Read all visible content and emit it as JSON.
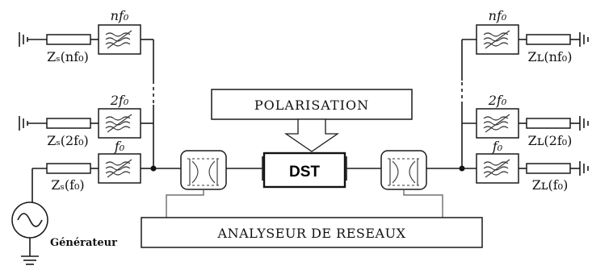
{
  "left_branches": [
    {
      "freq_label": "nf₀",
      "impedance_label": "Zₛ(nf₀)"
    },
    {
      "freq_label": "2f₀",
      "impedance_label": "Zₛ(2f₀)"
    },
    {
      "freq_label": "f₀",
      "impedance_label": "Zₛ(f₀)"
    }
  ],
  "right_branches": [
    {
      "freq_label": "nf₀",
      "impedance_label": "Zʟ(nf₀)"
    },
    {
      "freq_label": "2f₀",
      "impedance_label": "Zʟ(2f₀)"
    },
    {
      "freq_label": "f₀",
      "impedance_label": "Zʟ(f₀)"
    }
  ],
  "polarisation_label": "POLARISATION",
  "dst_label": "DST",
  "analyzer_label": "ANALYSEUR DE RESEAUX",
  "generator_label": "Générateur"
}
